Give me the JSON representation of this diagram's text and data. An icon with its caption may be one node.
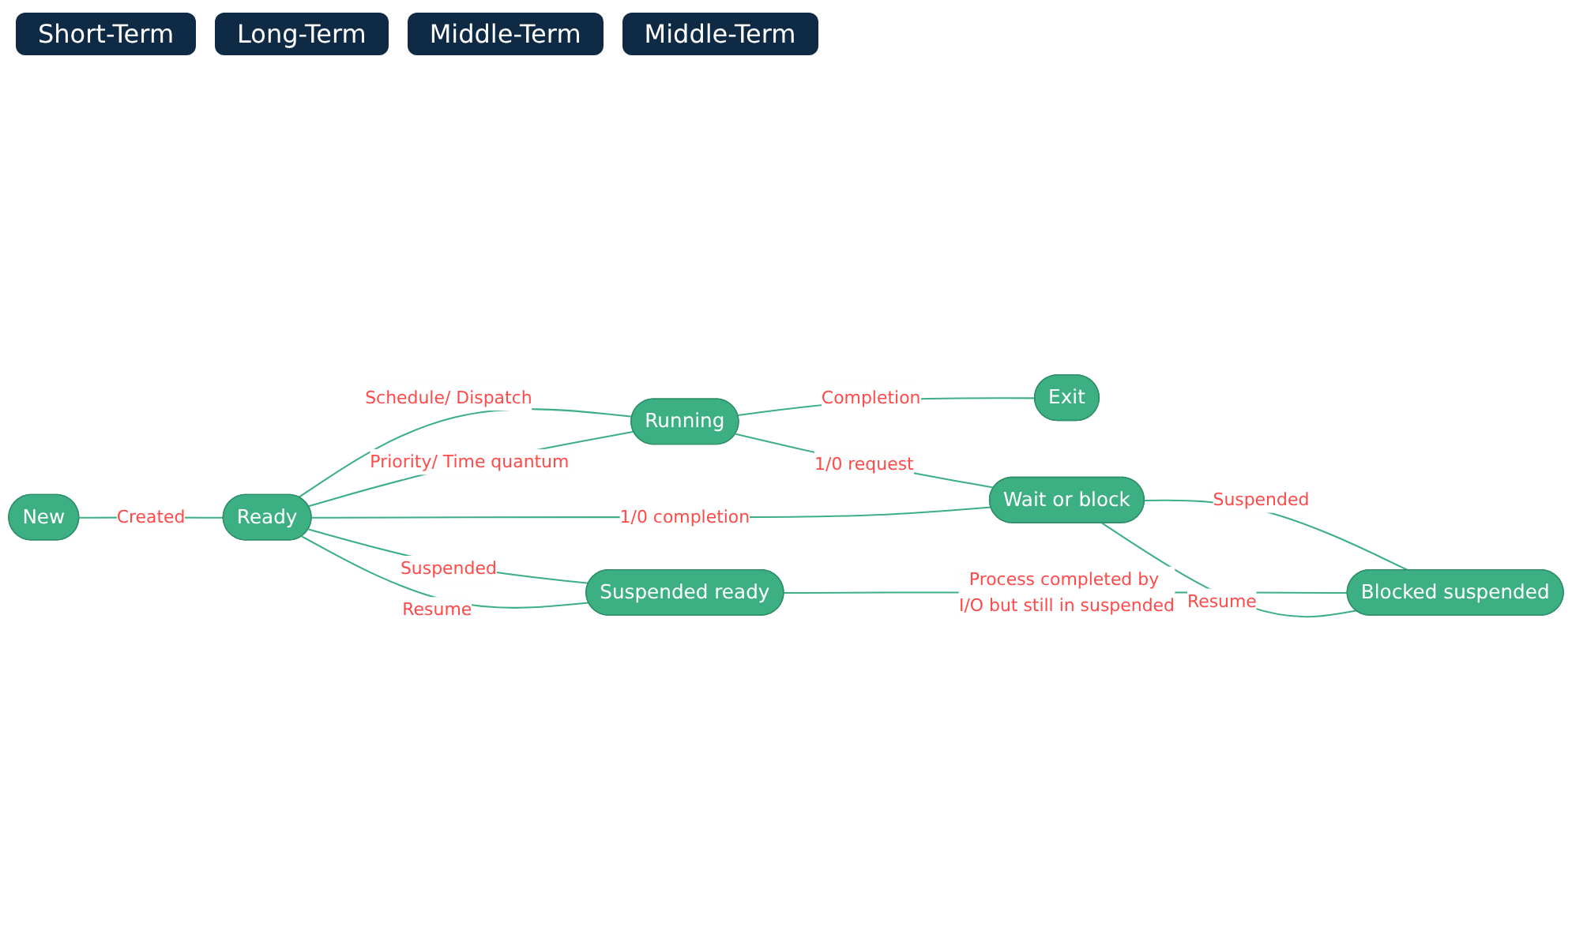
{
  "diagram": {
    "nodes": [
      {
        "text": [
          "New"
        ]
      },
      {
        "text": [
          "Ready"
        ]
      },
      {
        "text": [
          "Running"
        ]
      },
      {
        "text": [
          "Exit"
        ]
      },
      {
        "text": [
          "Wait or block"
        ]
      },
      {
        "text": [
          "Suspended ready"
        ]
      },
      {
        "text": [
          "Blocked suspended"
        ]
      }
    ],
    "edges": [
      {
        "from": 0,
        "to": 1,
        "label": "Created",
        "arrow": "none"
      },
      {
        "from": 1,
        "to": 2,
        "label": "Schedule/ Dispatch",
        "arrow": "none"
      },
      {
        "from": 2,
        "to": 1,
        "label": "Priority/ Time quantum",
        "arrow": "none"
      },
      {
        "from": 2,
        "to": 3,
        "label": "Completion",
        "arrow": "none"
      },
      {
        "from": 1,
        "to": 5,
        "label": "Suspended",
        "arrow": "none"
      },
      {
        "from": 5,
        "to": 1,
        "label": "Resume",
        "arrow": "none"
      },
      {
        "from": 4,
        "to": 1,
        "label": "1/0 completion",
        "arrow": "none"
      },
      {
        "from": 2,
        "to": 4,
        "label": "1/0 request",
        "arrow": "none"
      },
      {
        "from": 4,
        "to": 6,
        "label": "Suspended",
        "arrow": "none"
      },
      {
        "from": 6,
        "to": 4,
        "label": "Resume",
        "arrow": "none"
      },
      {
        "from": 5,
        "to": 6,
        "label": "Process completed by I/O but still in suspended",
        "arrow": "none"
      }
    ],
    "labels": [
      "Short-Term",
      "Long-Term",
      "Middle-Term",
      "Middle-Term"
    ]
  }
}
